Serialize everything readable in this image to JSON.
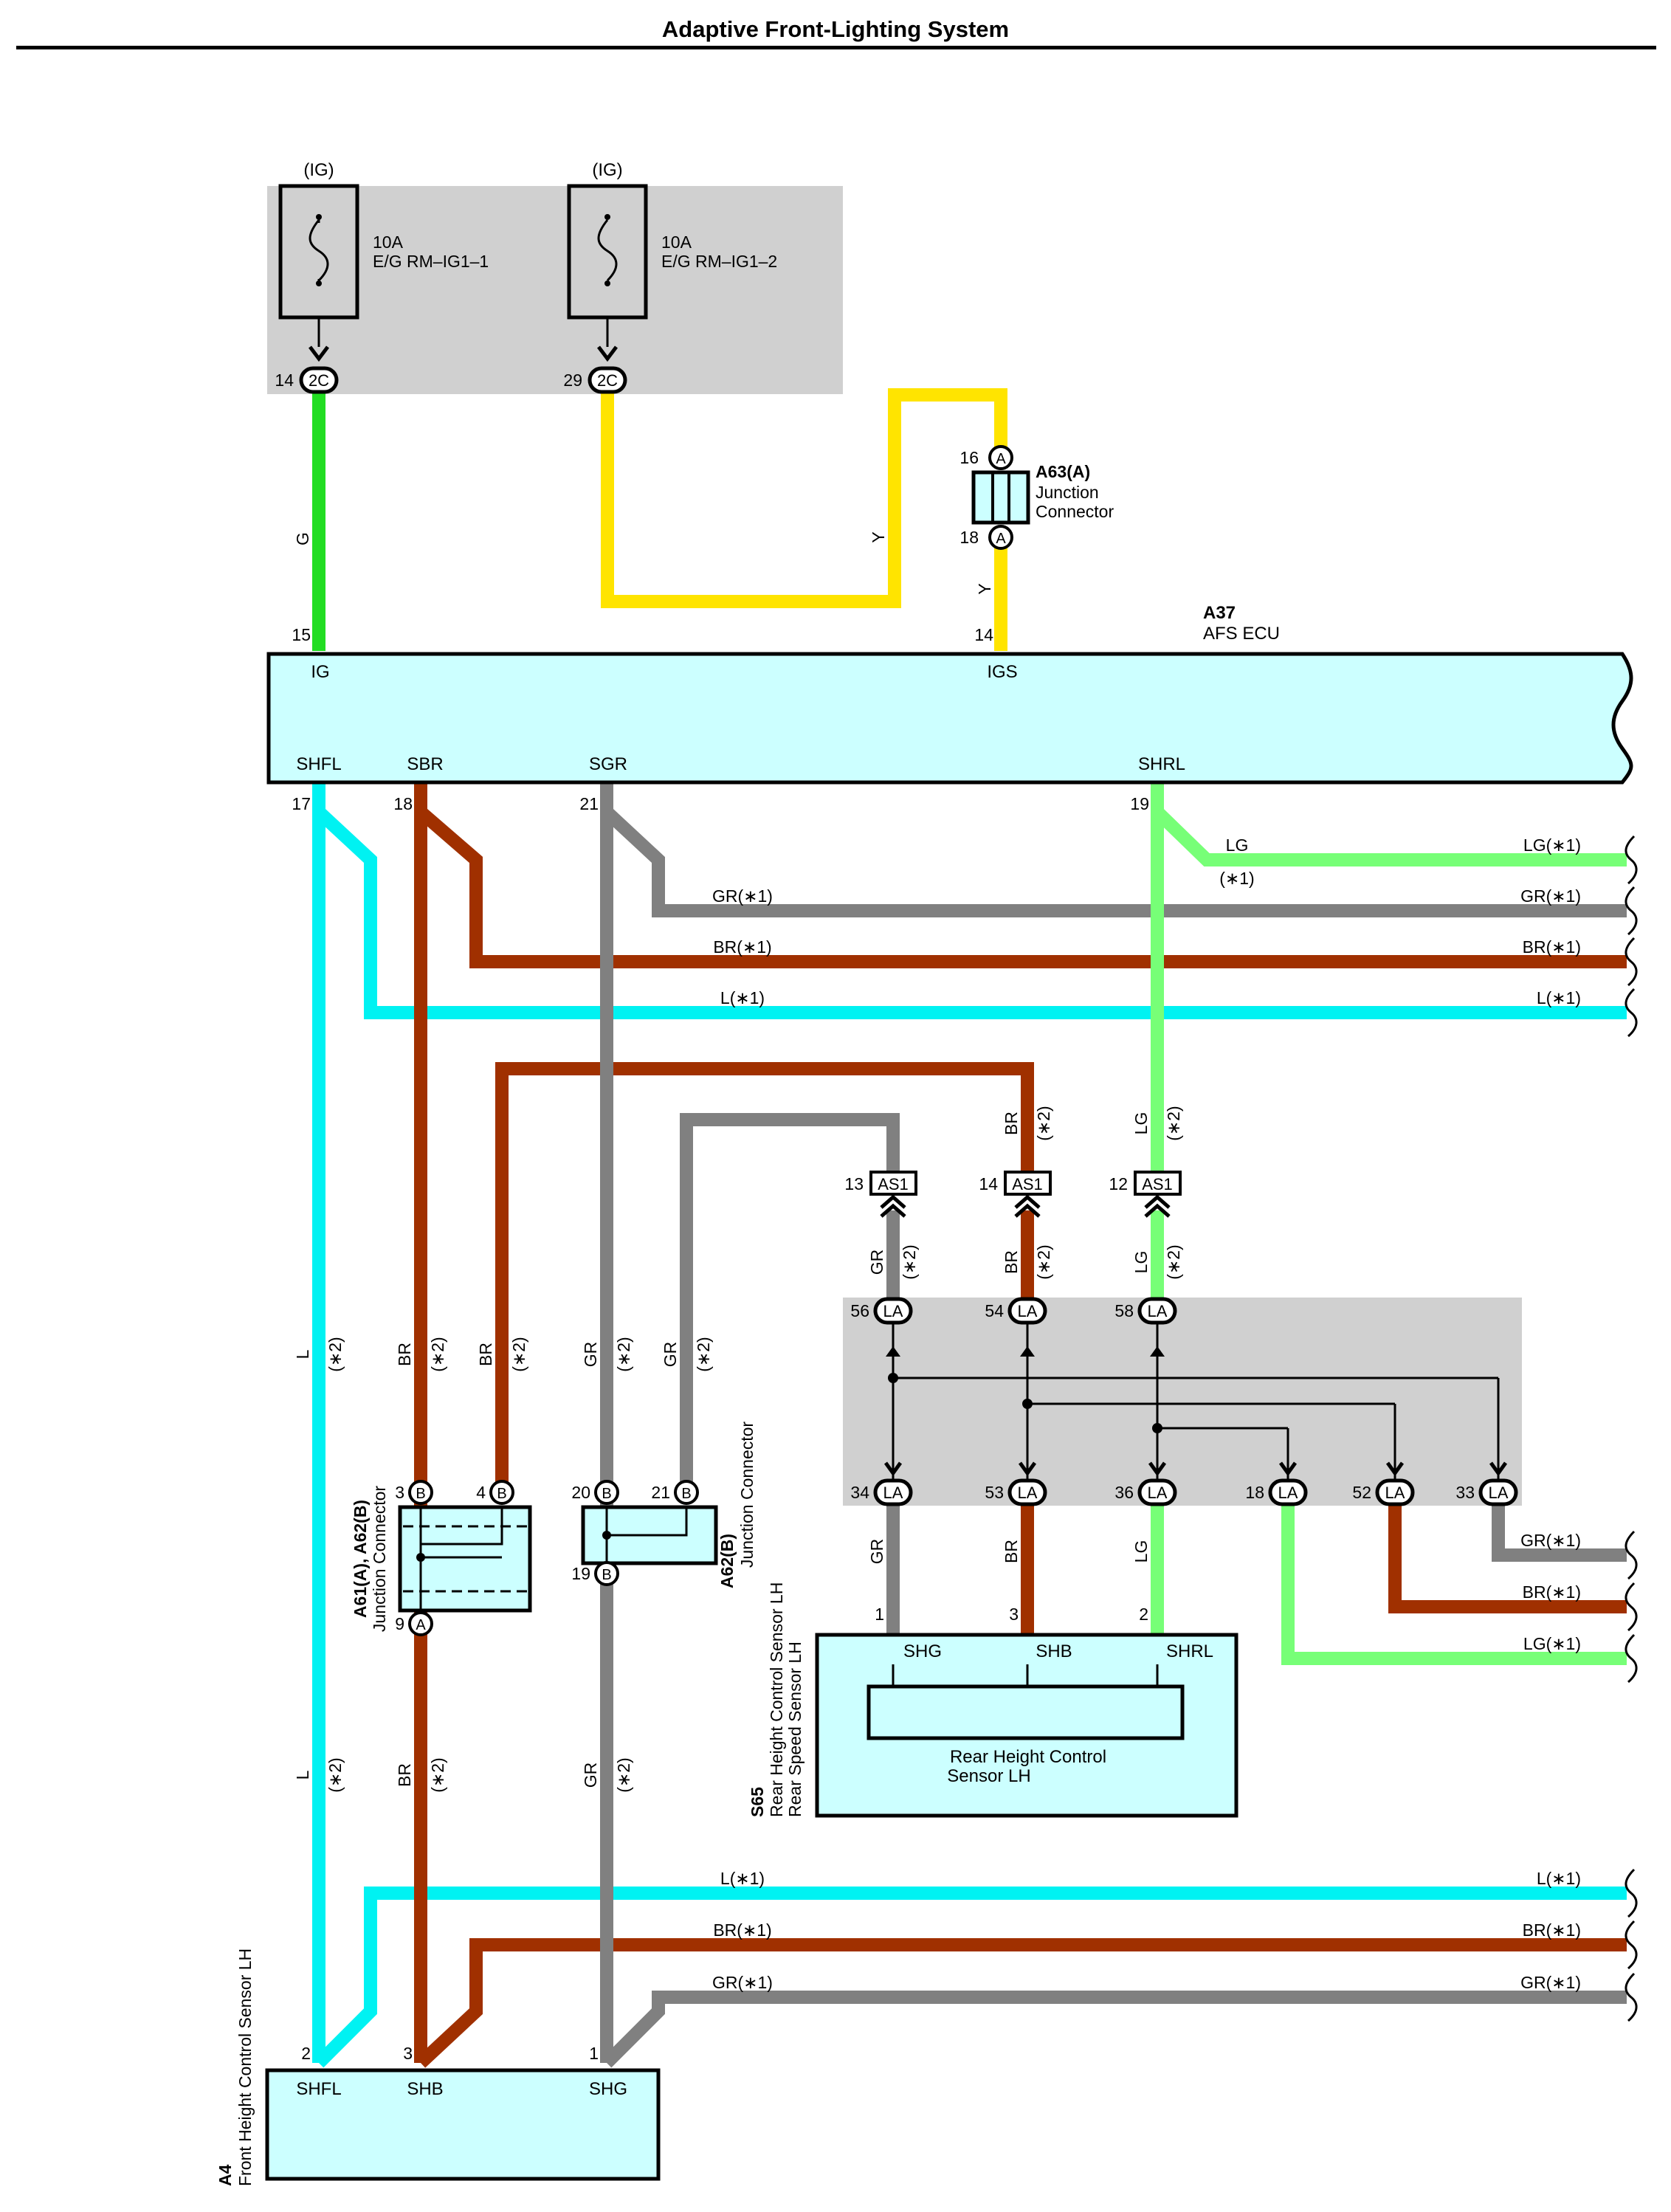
{
  "page_title": "Adaptive Front-Lighting System",
  "colors": {
    "green": "#22dd22",
    "yellow": "#ffe400",
    "light_blue": "#00f2f2",
    "brown": "#a03000",
    "gray": "#808080",
    "light_green": "#77ff77",
    "component_fill": "#ccffff",
    "shaded_area": "#d0d0d0"
  },
  "fuses": [
    {
      "source": "(IG)",
      "rating": "10A",
      "name": "E/G RM–IG1–1",
      "pin": "14",
      "connector": "2C"
    },
    {
      "source": "(IG)",
      "rating": "10A",
      "name": "E/G RM–IG1–2",
      "pin": "29",
      "connector": "2C"
    }
  ],
  "a63": {
    "id": "A63(A)",
    "line1": "Junction",
    "line2": "Connector",
    "pin_top": "16",
    "pin_bottom": "18",
    "connector": "A"
  },
  "ecu": {
    "id": "A37",
    "name": "AFS ECU",
    "terminals": {
      "IG": "IG",
      "IGS": "IGS",
      "SHFL": "SHFL",
      "SBR": "SBR",
      "SGR": "SGR",
      "SHRL": "SHRL"
    },
    "pins": {
      "IG": "15",
      "IGS": "14",
      "SHFL": "17",
      "SBR": "18",
      "SGR": "21",
      "SHRL": "19"
    }
  },
  "wire_codes": {
    "G": "G",
    "Y": "Y",
    "L": "L",
    "BR": "BR",
    "GR": "GR",
    "LG": "LG"
  },
  "notes": {
    "n1": "(∗1)",
    "n2": "(∗2)"
  },
  "right_labels": {
    "LG1": "LG(∗1)",
    "GR1": "GR(∗1)",
    "BR1": "BR(∗1)",
    "L1": "L(∗1)"
  },
  "as1": {
    "connector": "AS1",
    "pins": [
      "13",
      "14",
      "12"
    ]
  },
  "la_block": {
    "connector": "LA",
    "top_pins": [
      "56",
      "54",
      "58"
    ],
    "bottom_pins": [
      "34",
      "53",
      "36",
      "18",
      "52",
      "33"
    ]
  },
  "a61_a62": {
    "id": "A61(A), A62(B)",
    "sub": "Junction Connector",
    "pins_top": [
      "3",
      "4"
    ],
    "pin_bottom": "9",
    "conn_top": "B",
    "conn_bottom": "A"
  },
  "a62b": {
    "id": "A62(B)",
    "sub": "Junction Connector",
    "pins_top": [
      "20",
      "21"
    ],
    "pin_bottom": "19",
    "conn": "B"
  },
  "s65": {
    "id": "S65",
    "line1": "Rear Height Control Sensor LH",
    "line2": "Rear Speed Sensor LH",
    "terminals": [
      "SHG",
      "SHB",
      "SHRL"
    ],
    "pins": [
      "1",
      "3",
      "2"
    ],
    "inner_line1": "Rear Height Control",
    "inner_line2": "Sensor LH"
  },
  "a4": {
    "id": "A4",
    "name": "Front Height Control Sensor LH",
    "terminals": [
      "SHFL",
      "SHB",
      "SHG"
    ],
    "pins": [
      "2",
      "3",
      "1"
    ]
  }
}
